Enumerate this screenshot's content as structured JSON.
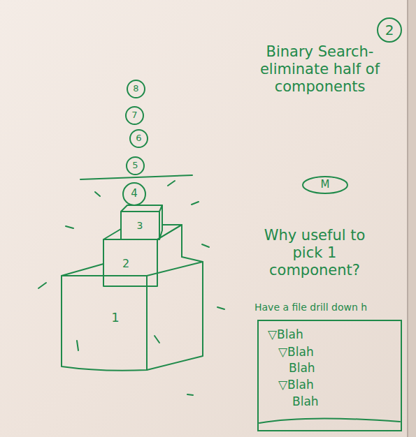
{
  "diagram": {
    "nodes": [
      {
        "text": [
          "2"
        ]
      },
      {
        "text": [
          "8"
        ]
      },
      {
        "text": [
          "7"
        ]
      },
      {
        "text": [
          "6"
        ]
      },
      {
        "text": [
          "5"
        ]
      },
      {
        "text": [
          "4"
        ]
      },
      {
        "text": [
          "3"
        ]
      },
      {
        "text": [
          "2"
        ]
      },
      {
        "text": [
          "1"
        ]
      },
      {
        "text": [
          "M"
        ]
      },
      {
        "text": [
          "▽Blah",
          "▽Blah",
          "Blah",
          "▽Blah",
          "Blah"
        ]
      }
    ],
    "labels": [
      "Binary Search- eliminate half of components",
      "Why useful to pick 1 component?",
      "Have a file drill down h"
    ]
  }
}
